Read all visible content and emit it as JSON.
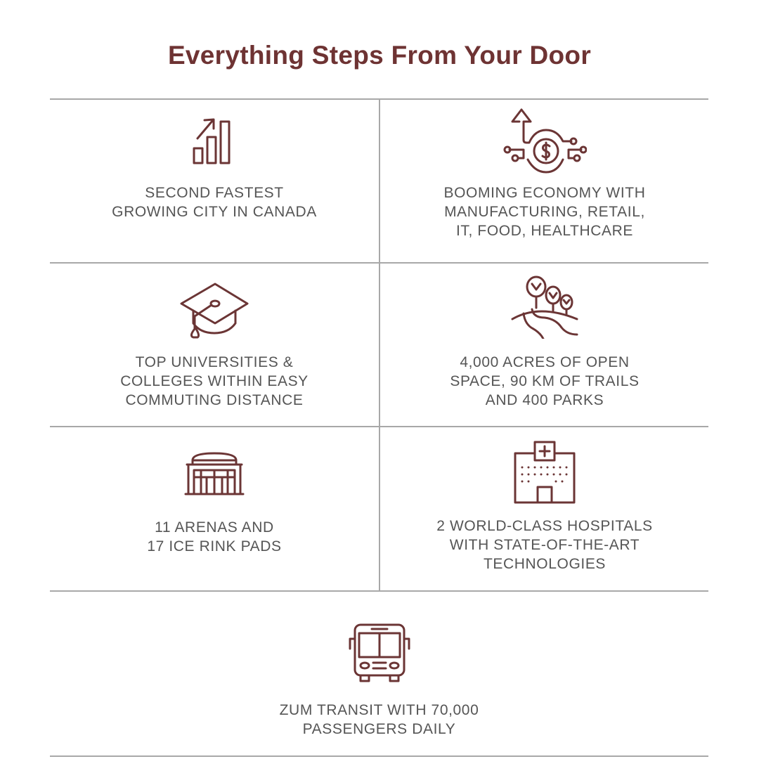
{
  "title": "Everything Steps From Your Door",
  "colors": {
    "accent": "#6e3333",
    "text": "#555555",
    "divider": "#a8a8a8"
  },
  "features": [
    {
      "icon": "growth-chart-icon",
      "lines": [
        "SECOND FASTEST",
        "GROWING CITY IN CANADA"
      ]
    },
    {
      "icon": "economy-dollar-icon",
      "lines": [
        "BOOMING ECONOMY WITH",
        "MANUFACTURING, RETAIL,",
        "IT, FOOD, HEALTHCARE"
      ]
    },
    {
      "icon": "graduation-cap-icon",
      "lines": [
        "TOP UNIVERSITIES &",
        "COLLEGES WITHIN EASY",
        "COMMUTING DISTANCE"
      ]
    },
    {
      "icon": "trees-trail-icon",
      "lines": [
        "4,000 ACRES OF OPEN",
        "SPACE, 90 KM OF TRAILS",
        "AND 400 PARKS"
      ]
    },
    {
      "icon": "arena-icon",
      "lines": [
        "11 ARENAS AND",
        "17 ICE RINK PADS"
      ]
    },
    {
      "icon": "hospital-icon",
      "lines": [
        "2 WORLD-CLASS HOSPITALS",
        "WITH STATE-OF-THE-ART",
        "TECHNOLOGIES"
      ]
    },
    {
      "icon": "bus-icon",
      "lines": [
        "ZUM TRANSIT WITH 70,000",
        "PASSENGERS DAILY"
      ]
    }
  ]
}
